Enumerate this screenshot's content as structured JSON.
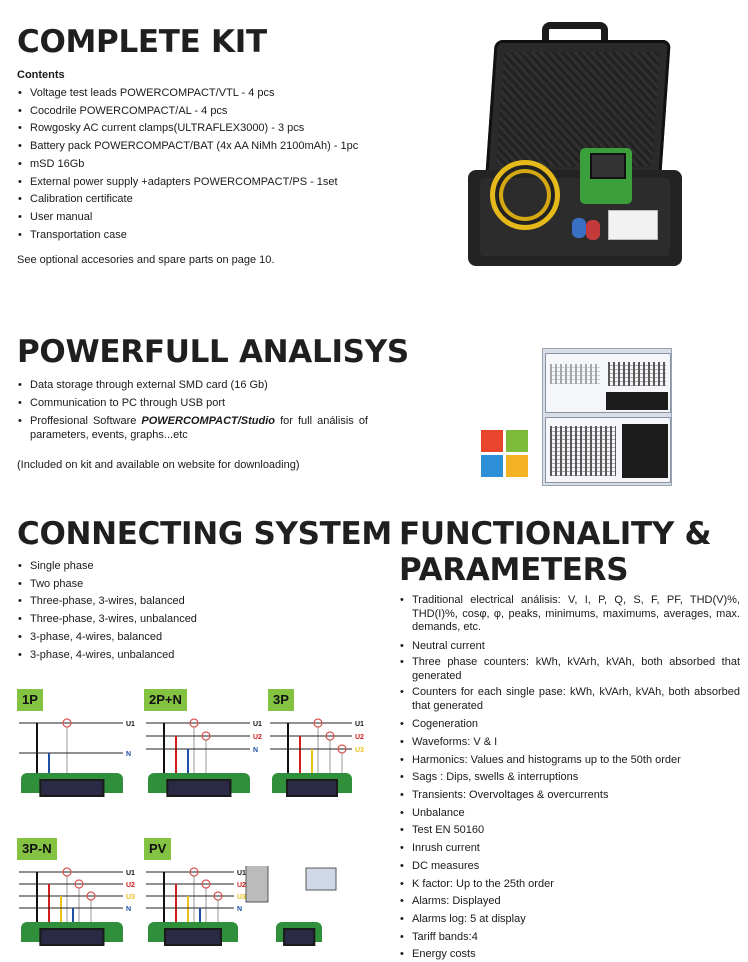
{
  "kit": {
    "title": "COMPLETE KIT",
    "subtitle": "Contents",
    "items": [
      "Voltage test leads POWERCOMPACT/VTL - 4 pcs",
      "Cocodrile POWERCOMPACT/AL - 4 pcs",
      "Rowgosky AC current clamps(ULTRAFLEX3000) - 3 pcs",
      "Battery pack POWERCOMPACT/BAT (4x AA NiMh 2100mAh) - 1pc",
      "mSD 16Gb",
      "External power supply +adapters POWERCOMPACT/PS - 1set",
      "Calibration certificate",
      "User manual",
      "Transportation case"
    ],
    "note": "See optional accesories and spare parts on page 10."
  },
  "analysis": {
    "title": "POWERFULL ANALISYS",
    "items": [
      "Data storage through external SMD card (16 Gb)",
      "Communication to PC through USB port"
    ],
    "software_prefix": "Proffesional Software ",
    "software_name": "POWERCOMPACT/Studio",
    "software_suffix": " for full análisis of parameters, events, graphs...etc",
    "note": "(Included on kit and available on website for downloading)",
    "logo_colors": [
      "#e8452c",
      "#7dbb3a",
      "#2d8fd6",
      "#f5b324"
    ]
  },
  "connecting": {
    "title": "CONNECTING SYSTEM",
    "items": [
      "Single phase",
      "Two phase",
      "Three-phase, 3-wires, balanced",
      "Three-phase, 3-wires, unbalanced",
      "3-phase, 4-wires, balanced",
      "3-phase, 4-wires, unbalanced"
    ],
    "diagrams": [
      {
        "tag": "1P",
        "labels": [
          "U1",
          "N"
        ]
      },
      {
        "tag": "2P+N",
        "labels": [
          "U1",
          "U2",
          "N"
        ]
      },
      {
        "tag": "3P",
        "labels": [
          "U1",
          "U2",
          "U3"
        ]
      },
      {
        "tag": "3P-N",
        "labels": [
          "U1",
          "U2",
          "U3",
          "N"
        ]
      },
      {
        "tag": "PV",
        "labels": [
          "U1",
          "U2",
          "U3",
          "N"
        ]
      }
    ],
    "line_colors": {
      "U1": "#111111",
      "U2": "#d01f1f",
      "U3": "#e8c21a",
      "N": "#1d4fa8"
    }
  },
  "functionality": {
    "title_line1": "FUNCTIONALITY &",
    "title_line2": "PARAMETERS",
    "items": [
      "Traditional electrical análisis: V, I, P, Q, S, F, PF, THD(V)%, THD(I)%, cosφ, φ, peaks, minimums, maximums, averages, max. demands, etc.",
      "Neutral current",
      "Three phase counters: kWh, kVArh, kVAh, both absorbed that generated",
      "Counters for each single pase: kWh, kVArh, kVAh, both absorbed that generated",
      "Cogeneration",
      "Waveforms: V & I",
      "Harmonics: Values and histograms up to the 50th order",
      "Sags : Dips, swells & interruptions",
      "Transients: Overvoltages & overcurrents",
      "Unbalance",
      "Test EN 50160",
      "Inrush current",
      "DC measures",
      "K factor: Up to the 25th order",
      "Alarms: Displayed",
      "Alarms log: 5 at display",
      "Tariff bands:4",
      "Energy costs"
    ]
  }
}
